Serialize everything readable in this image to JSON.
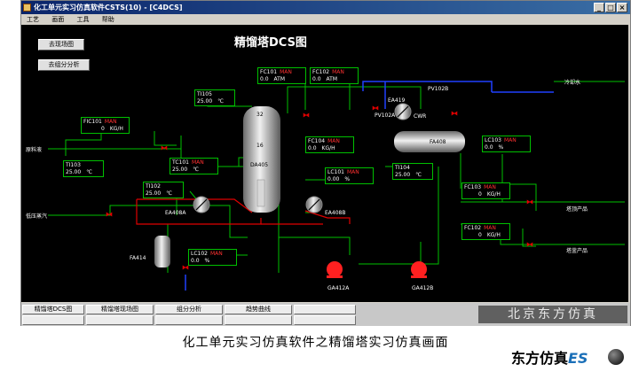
{
  "window": {
    "title": "化工单元实习仿真软件CSTS(10) - [C4DCS]",
    "buttons": [
      "_",
      "□",
      "×"
    ]
  },
  "menu": [
    "工艺",
    "画面",
    "工具",
    "帮助"
  ],
  "screen": {
    "title": "精馏塔DCS图",
    "nav_buttons": [
      "去现场图",
      "去组分分析"
    ],
    "panels": {
      "fc101": {
        "tag": "FC101",
        "mode": "MAN",
        "value": "0.0",
        "unit": "ATM"
      },
      "fc102_top": {
        "tag": "FC102",
        "mode": "MAN",
        "value": "0.0",
        "unit": "ATM"
      },
      "ti105": {
        "tag": "TI105",
        "value": "25.00",
        "unit": "℃"
      },
      "fic101": {
        "tag": "FIC101",
        "mode": "MAN",
        "value": "0",
        "unit": "KG/H"
      },
      "ti103": {
        "tag": "TI103",
        "value": "25.00",
        "unit": "℃"
      },
      "tc101": {
        "tag": "TC101",
        "mode": "MAN",
        "value": "25.00",
        "unit": "℃"
      },
      "fc104": {
        "tag": "FC104",
        "mode": "MAN",
        "value": "0.0",
        "unit": "KG/H"
      },
      "ti102": {
        "tag": "TI102",
        "value": "25.00",
        "unit": "℃"
      },
      "lc101": {
        "tag": "LC101",
        "mode": "MAN",
        "value": "0.00",
        "unit": "%"
      },
      "ti104": {
        "tag": "TI104",
        "value": "25.00",
        "unit": "℃"
      },
      "lc103": {
        "tag": "LC103",
        "mode": "MAN",
        "value": "0.0",
        "unit": "%"
      },
      "fc103": {
        "tag": "FC103",
        "mode": "MAN",
        "value": "0",
        "unit": "KG/H"
      },
      "fc102_bot": {
        "tag": "FC102",
        "mode": "MAN",
        "value": "0",
        "unit": "KG/H"
      },
      "lc102": {
        "tag": "LC102",
        "mode": "MAN",
        "value": "0.0",
        "unit": "%"
      }
    },
    "labels": {
      "feed": "原料液",
      "steam": "低压蒸汽",
      "cooling_water": "冷却水",
      "top_product": "塔顶产品",
      "bottom_product": "塔釜产品",
      "tray_32": "32",
      "tray_16": "16",
      "column": "DA405",
      "reboiler_a": "EA408A",
      "reboiler_b": "EA408B",
      "condenser": "EA419",
      "reflux_drum": "FA408",
      "cwr": "CWR",
      "pv102a": "PV102A",
      "pv102b": "PV102B",
      "fa414": "FA414",
      "pump_a": "GA412A",
      "pump_b": "GA412B"
    }
  },
  "bottom_tabs": [
    "精馏塔DCS图",
    "精馏塔现场图",
    "组分分析",
    "趋势曲线",
    "",
    ""
  ],
  "company": "北京东方仿真",
  "caption": "化工单元实习仿真软件之精馏塔实习仿真画面",
  "brand": {
    "name": "东方仿真",
    "suffix": "ES"
  },
  "colors": {
    "pipe_green": "#00c000",
    "pipe_red": "#e00000",
    "pipe_blue": "#2040ff",
    "pump_red": "#ff0000",
    "panel_border": "#00c000"
  }
}
